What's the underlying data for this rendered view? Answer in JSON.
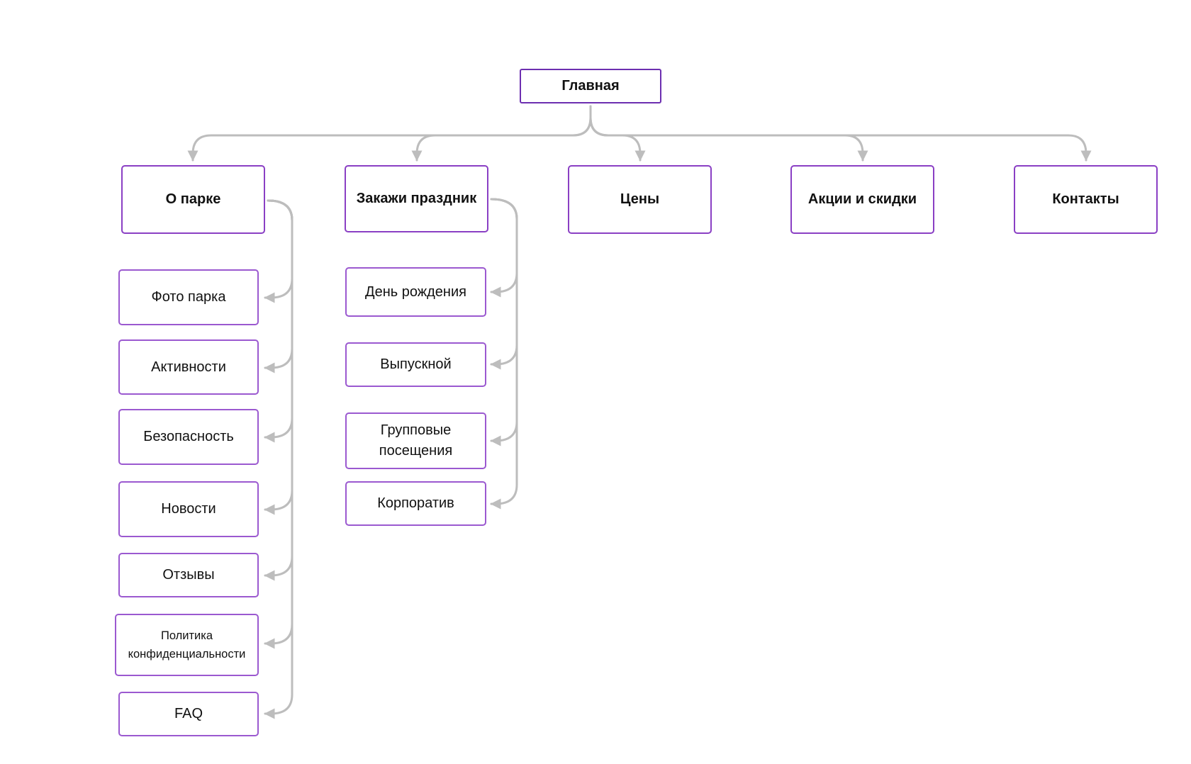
{
  "diagram": {
    "root": {
      "label": "Главная"
    },
    "sections": [
      {
        "label": "О парке",
        "children": [
          "Фото парка",
          "Активности",
          "Безопасность",
          "Новости",
          "Отзывы",
          "Политика конфиденциальности",
          "FAQ"
        ]
      },
      {
        "label": "Закажи праздник",
        "children": [
          "День рождения",
          "Выпускной",
          "Групповые посещения",
          "Корпоратив"
        ]
      },
      {
        "label": "Цены",
        "children": []
      },
      {
        "label": "Акции и скидки",
        "children": []
      },
      {
        "label": "Контакты",
        "children": []
      }
    ],
    "colors": {
      "node_border": "#9b59d0",
      "root_border": "#6d2fb0",
      "connector": "#bdbdbd",
      "text": "#111111"
    }
  }
}
